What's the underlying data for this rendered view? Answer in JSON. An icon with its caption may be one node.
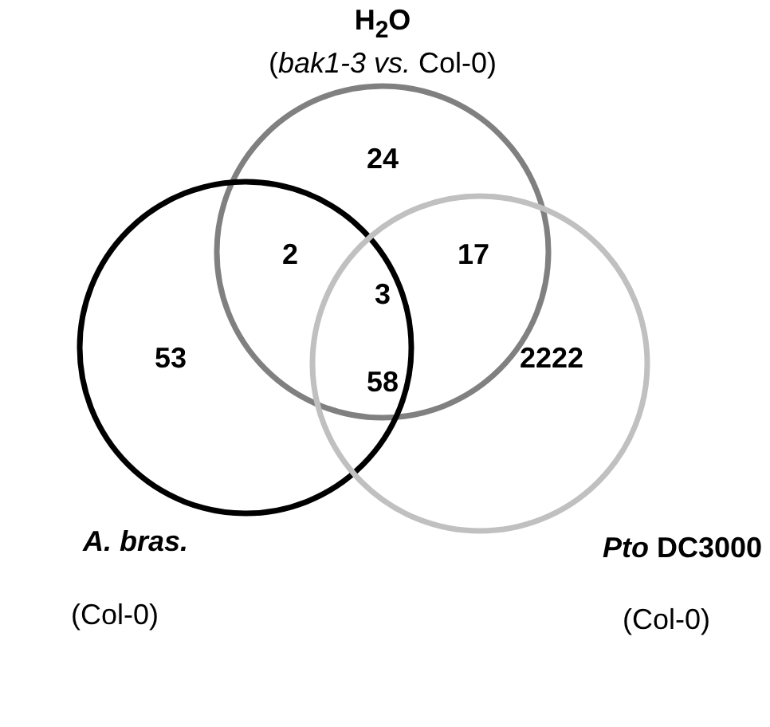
{
  "diagram": {
    "nodes": [
      {
        "text": [
          "H$_{2}$O",
          "(*bak1-3 vs.* Col-0)"
        ]
      },
      {
        "text": [
          "A. bras.",
          "(Col-0)"
        ]
      },
      {
        "text": [
          "*Pto* DC3000",
          "(Col-0)"
        ]
      }
    ],
    "labels": [
      "24",
      "2",
      "17",
      "3",
      "53",
      "58",
      "2222"
    ]
  }
}
